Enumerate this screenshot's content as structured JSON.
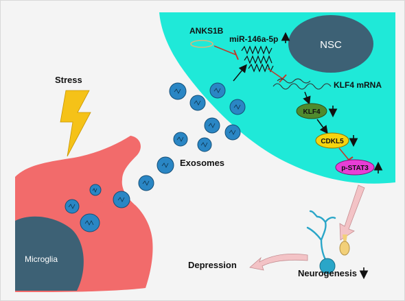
{
  "labels": {
    "nsc": "NSC",
    "anks1b": "ANKS1B",
    "mirna": "miR-146a-5p",
    "klf4_mrna": "KLF4 mRNA",
    "klf4": "KLF4",
    "cdkl5": "CDKL5",
    "pstat3": "p-STAT3",
    "stress": "Stress",
    "exosomes": "Exosomes",
    "microglia": "Microglia",
    "depression": "Depression",
    "neurogenesis": "Neurogenesis"
  },
  "regulation": {
    "mirna": "up",
    "klf4": "down",
    "cdkl5": "down",
    "pstat3": "up",
    "neurogenesis": "down"
  },
  "colors": {
    "background": "#f4f4f4",
    "nsc_region": "#1fe9d8",
    "nucleus": "#3d6175",
    "microglia": "#f26b6b",
    "exosome": "#2a86c4",
    "klf4_node": "#4f8a2e",
    "cdkl5_node": "#f5d40f",
    "pstat3_node": "#e83ed6",
    "inhibit": "#c0392b",
    "lightning": "#f5c218",
    "big_arrow": "#f3c3c6",
    "neuron": "#2aa6c8",
    "neuron_yellow": "#f2d079"
  }
}
